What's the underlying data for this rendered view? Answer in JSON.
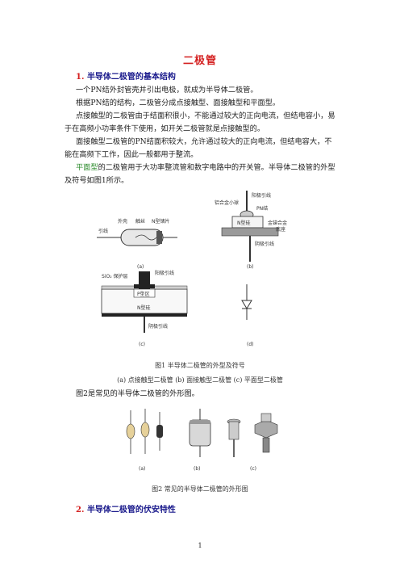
{
  "title": "二极管",
  "section1": {
    "num": "1.",
    "text": "半导体二极管的基本结构"
  },
  "paragraphs": {
    "p1": "一个PN结外封管壳并引出电极，就成为半导体二极管。",
    "p2": "根据PN结的结构，二极管分成点接触型、面接触型和平面型。",
    "p3": "点接触型的二极管由于结面积很小，不能通过较大的正向电流，但结电容小，易于在高频小功率条件下使用，如开关二极管就是点接触型的。",
    "p4": "面接触型二极管的PN结面积较大，允许通过较大的正向电流，但结电容大，不能在高频下工作，因此一般都用于整流。",
    "p5_hl": "平面型",
    "p5_rest": "的二极管用于大功率整流管和数字电路中的开关管。半导体二极管的外型及符号如图1所示。",
    "p6": "图2是常见的半导体二极管的外形图。"
  },
  "fig1": {
    "caption": "图1  半导体二极管的外型及符号",
    "subcaption": "(a)  点接触型二极管    (b)  面接触型二极管    (c)  平面型二极管",
    "a": {
      "label": "(a)",
      "lead": "引线",
      "shell": "外壳",
      "wire": "触丝",
      "chip": "N型锗片"
    },
    "b": {
      "label": "(b)",
      "anode": "阳极引线",
      "ball": "铝合金小球",
      "pn": "PN结",
      "n": "N型硅",
      "base1": "金锑合金",
      "base2": "底座",
      "cathode": "阴极引线"
    },
    "c": {
      "label": "(c)",
      "sio2": "SiO₂ 保护层",
      "anode": "阳极引线",
      "p": "P型区",
      "n": "N型硅",
      "cathode": "阴极引线"
    },
    "d": {
      "label": "(d)"
    }
  },
  "fig2": {
    "caption": "图2 常见的半导体二极管的外形图",
    "a": "(a)",
    "b": "(b)",
    "c": "(c)"
  },
  "section2": {
    "num": "2.",
    "text": "半导体二极管的伏安特性"
  },
  "page_number": "1"
}
